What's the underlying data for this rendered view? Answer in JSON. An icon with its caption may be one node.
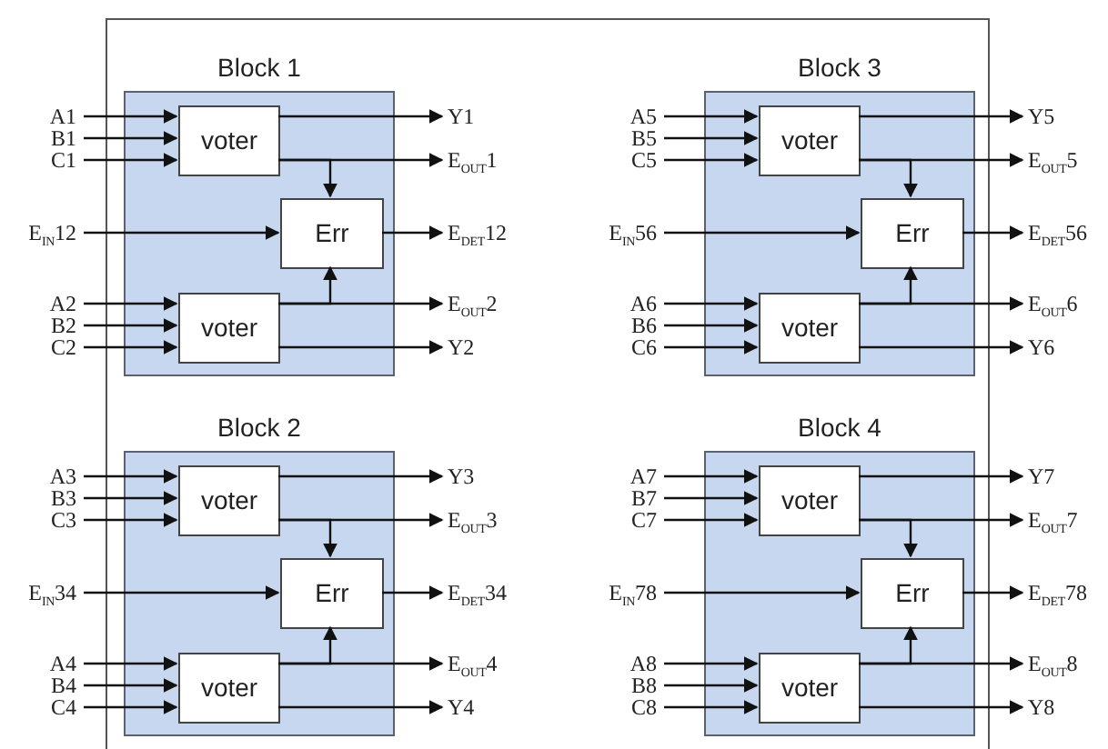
{
  "diagram": {
    "nodes": [
      {
        "text": [
          "Block 1"
        ]
      },
      {
        "text": [
          "voter"
        ],
        "in": 0
      },
      {
        "text": [
          "Err"
        ],
        "in": 0
      },
      {
        "text": [
          "voter"
        ],
        "in": 0
      },
      {
        "text": [
          "A1"
        ]
      },
      {
        "text": [
          "B1"
        ]
      },
      {
        "text": [
          "C1"
        ]
      },
      {
        "text": [
          "E$_{IN}$12"
        ]
      },
      {
        "text": [
          "A2"
        ]
      },
      {
        "text": [
          "B2"
        ]
      },
      {
        "text": [
          "C2"
        ]
      },
      {
        "text": [
          "Y1"
        ]
      },
      {
        "text": [
          "E$_{OUT}$1"
        ]
      },
      {
        "text": [
          "E$_{DET}$12"
        ]
      },
      {
        "text": [
          "E$_{OUT}$2"
        ]
      },
      {
        "text": [
          "Y2"
        ]
      },
      {
        "text": [
          "Block 2"
        ]
      },
      {
        "text": [
          "voter"
        ],
        "in": 16
      },
      {
        "text": [
          "Err"
        ],
        "in": 16
      },
      {
        "text": [
          "voter"
        ],
        "in": 16
      },
      {
        "text": [
          "A3"
        ]
      },
      {
        "text": [
          "B3"
        ]
      },
      {
        "text": [
          "C3"
        ]
      },
      {
        "text": [
          "E$_{IN}$34"
        ]
      },
      {
        "text": [
          "A4"
        ]
      },
      {
        "text": [
          "B4"
        ]
      },
      {
        "text": [
          "C4"
        ]
      },
      {
        "text": [
          "Y3"
        ]
      },
      {
        "text": [
          "E$_{OUT}$3"
        ]
      },
      {
        "text": [
          "E$_{DET}$34"
        ]
      },
      {
        "text": [
          "E$_{OUT}$4"
        ]
      },
      {
        "text": [
          "Y4"
        ]
      },
      {
        "text": [
          "Block 3"
        ]
      },
      {
        "text": [
          "voter"
        ],
        "in": 32
      },
      {
        "text": [
          "Err"
        ],
        "in": 32
      },
      {
        "text": [
          "voter"
        ],
        "in": 32
      },
      {
        "text": [
          "A5"
        ]
      },
      {
        "text": [
          "B5"
        ]
      },
      {
        "text": [
          "C5"
        ]
      },
      {
        "text": [
          "E$_{IN}$56"
        ]
      },
      {
        "text": [
          "A6"
        ]
      },
      {
        "text": [
          "B6"
        ]
      },
      {
        "text": [
          "C6"
        ]
      },
      {
        "text": [
          "Y5"
        ]
      },
      {
        "text": [
          "E$_{OUT}$5"
        ]
      },
      {
        "text": [
          "E$_{DET}$56"
        ]
      },
      {
        "text": [
          "E$_{OUT}$6"
        ]
      },
      {
        "text": [
          "Y6"
        ]
      },
      {
        "text": [
          "Block 4"
        ]
      },
      {
        "text": [
          "voter"
        ],
        "in": 48
      },
      {
        "text": [
          "Err"
        ],
        "in": 48
      },
      {
        "text": [
          "voter"
        ],
        "in": 48
      },
      {
        "text": [
          "A7"
        ]
      },
      {
        "text": [
          "B7"
        ]
      },
      {
        "text": [
          "C7"
        ]
      },
      {
        "text": [
          "E$_{IN}$78"
        ]
      },
      {
        "text": [
          "A8"
        ]
      },
      {
        "text": [
          "B8"
        ]
      },
      {
        "text": [
          "C8"
        ]
      },
      {
        "text": [
          "Y7"
        ]
      },
      {
        "text": [
          "E$_{OUT}$7"
        ]
      },
      {
        "text": [
          "E$_{DET}$78"
        ]
      },
      {
        "text": [
          "E$_{OUT}$8"
        ]
      },
      {
        "text": [
          "Y8"
        ]
      }
    ],
    "edges": [
      {
        "from": 4,
        "to": 1,
        "arrow": "to"
      },
      {
        "from": 5,
        "to": 1,
        "arrow": "to"
      },
      {
        "from": 6,
        "to": 1,
        "arrow": "to"
      },
      {
        "from": 1,
        "to": 11,
        "arrow": "to"
      },
      {
        "from": 1,
        "to": 12,
        "arrow": "to"
      },
      {
        "from": 1,
        "to": 2,
        "arrow": "to"
      },
      {
        "from": 7,
        "to": 2,
        "arrow": "to"
      },
      {
        "from": 2,
        "to": 13,
        "arrow": "to"
      },
      {
        "from": 8,
        "to": 3,
        "arrow": "to"
      },
      {
        "from": 9,
        "to": 3,
        "arrow": "to"
      },
      {
        "from": 10,
        "to": 3,
        "arrow": "to"
      },
      {
        "from": 3,
        "to": 14,
        "arrow": "to"
      },
      {
        "from": 3,
        "to": 2,
        "arrow": "to"
      },
      {
        "from": 3,
        "to": 15,
        "arrow": "to"
      },
      {
        "from": 20,
        "to": 17,
        "arrow": "to"
      },
      {
        "from": 21,
        "to": 17,
        "arrow": "to"
      },
      {
        "from": 22,
        "to": 17,
        "arrow": "to"
      },
      {
        "from": 17,
        "to": 27,
        "arrow": "to"
      },
      {
        "from": 17,
        "to": 28,
        "arrow": "to"
      },
      {
        "from": 17,
        "to": 18,
        "arrow": "to"
      },
      {
        "from": 23,
        "to": 18,
        "arrow": "to"
      },
      {
        "from": 18,
        "to": 29,
        "arrow": "to"
      },
      {
        "from": 24,
        "to": 19,
        "arrow": "to"
      },
      {
        "from": 25,
        "to": 19,
        "arrow": "to"
      },
      {
        "from": 26,
        "to": 19,
        "arrow": "to"
      },
      {
        "from": 19,
        "to": 30,
        "arrow": "to"
      },
      {
        "from": 19,
        "to": 18,
        "arrow": "to"
      },
      {
        "from": 19,
        "to": 31,
        "arrow": "to"
      },
      {
        "from": 36,
        "to": 33,
        "arrow": "to"
      },
      {
        "from": 37,
        "to": 33,
        "arrow": "to"
      },
      {
        "from": 38,
        "to": 33,
        "arrow": "to"
      },
      {
        "from": 33,
        "to": 43,
        "arrow": "to"
      },
      {
        "from": 33,
        "to": 44,
        "arrow": "to"
      },
      {
        "from": 33,
        "to": 34,
        "arrow": "to"
      },
      {
        "from": 39,
        "to": 34,
        "arrow": "to"
      },
      {
        "from": 34,
        "to": 45,
        "arrow": "to"
      },
      {
        "from": 40,
        "to": 35,
        "arrow": "to"
      },
      {
        "from": 41,
        "to": 35,
        "arrow": "to"
      },
      {
        "from": 42,
        "to": 35,
        "arrow": "to"
      },
      {
        "from": 35,
        "to": 46,
        "arrow": "to"
      },
      {
        "from": 35,
        "to": 34,
        "arrow": "to"
      },
      {
        "from": 35,
        "to": 47,
        "arrow": "to"
      },
      {
        "from": 52,
        "to": 49,
        "arrow": "to"
      },
      {
        "from": 53,
        "to": 49,
        "arrow": "to"
      },
      {
        "from": 54,
        "to": 49,
        "arrow": "to"
      },
      {
        "from": 49,
        "to": 59,
        "arrow": "to"
      },
      {
        "from": 49,
        "to": 60,
        "arrow": "to"
      },
      {
        "from": 49,
        "to": 50,
        "arrow": "to"
      },
      {
        "from": 55,
        "to": 50,
        "arrow": "to"
      },
      {
        "from": 50,
        "to": 61,
        "arrow": "to"
      },
      {
        "from": 56,
        "to": 51,
        "arrow": "to"
      },
      {
        "from": 57,
        "to": 51,
        "arrow": "to"
      },
      {
        "from": 58,
        "to": 51,
        "arrow": "to"
      },
      {
        "from": 51,
        "to": 62,
        "arrow": "to"
      },
      {
        "from": 51,
        "to": 50,
        "arrow": "to"
      },
      {
        "from": 51,
        "to": 63,
        "arrow": "to"
      }
    ]
  }
}
